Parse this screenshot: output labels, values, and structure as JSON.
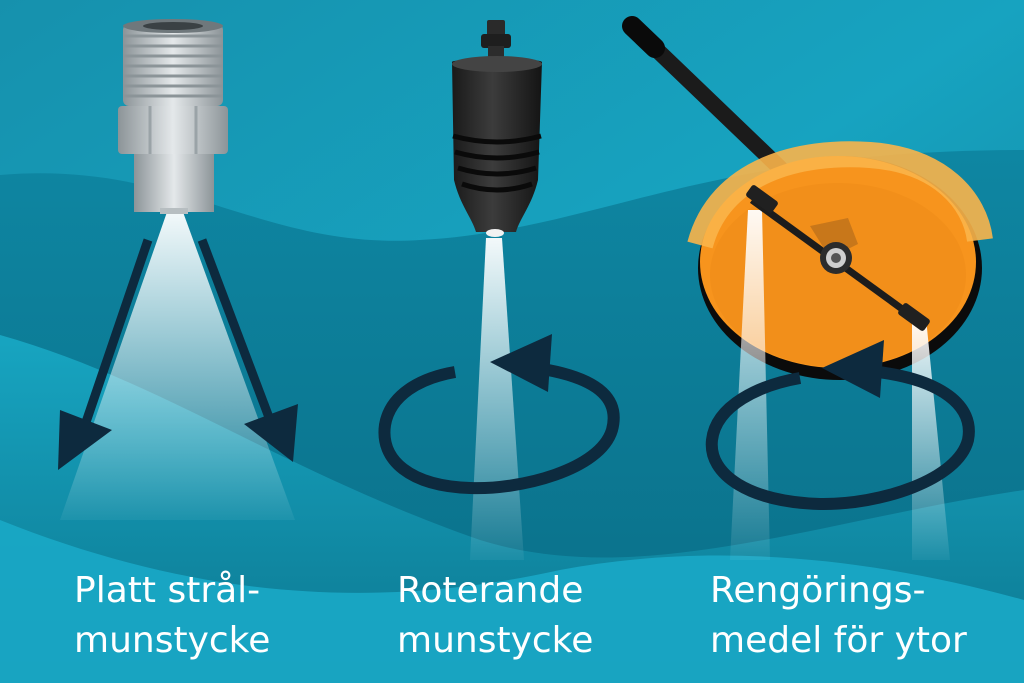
{
  "captions": {
    "flat_nozzle": {
      "line1": "Platt strål-",
      "line2": "munstycke"
    },
    "rotating_nozzle": {
      "line1": "Roterande",
      "line2": "munstycke"
    },
    "surface_cleaner": {
      "line1": "Rengörings-",
      "line2": "medel för ytor"
    }
  },
  "colors": {
    "background_light": "#18a6c4",
    "background_dark": "#0b6e86",
    "arrow": "#0d2a3e",
    "cleaner_orange": "#f7941d",
    "text": "#ffffff"
  },
  "icons": [
    "flat-spray-nozzle-icon",
    "rotating-nozzle-icon",
    "surface-cleaner-icon",
    "rotation-arrow-icon"
  ]
}
